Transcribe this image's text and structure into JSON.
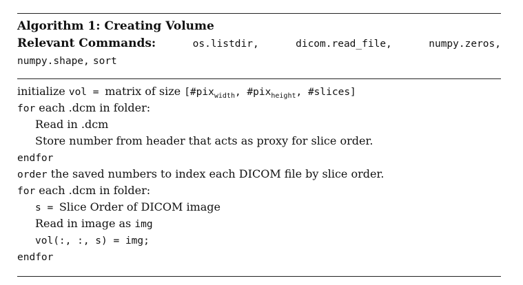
{
  "title": "Algorithm 1: Creating Volume",
  "commands_label": "Relevant Commands:",
  "commands": [
    "os.listdir,",
    "dicom.read_file,",
    "numpy.zeros,",
    "numpy.shape,",
    "sort"
  ],
  "lines": {
    "l1": {
      "text_a": "initialize ",
      "code_a": "vol = ",
      "text_b": "matrix of size ",
      "code_b": "[#pix",
      "sub_a": "width",
      "code_c": ", #pix",
      "sub_b": "height",
      "code_d": ", #slices]"
    },
    "l2": {
      "kw": "for",
      "text": " each .dcm in folder:"
    },
    "l3": {
      "text": "Read in .dcm"
    },
    "l4": {
      "text": "Store number from header that acts as proxy for slice order."
    },
    "l5": {
      "kw": "endfor"
    },
    "l6": {
      "kw": "order",
      "text": " the saved numbers to index each DICOM file by slice order."
    },
    "l7": {
      "kw": "for",
      "text": " each .dcm in folder:"
    },
    "l8": {
      "code": "s = ",
      "text": "Slice Order of DICOM image"
    },
    "l9": {
      "text": "Read in image as ",
      "code": "img"
    },
    "l10": {
      "code": "vol(:, :, s) = img;"
    },
    "l11": {
      "kw": "endfor"
    }
  }
}
